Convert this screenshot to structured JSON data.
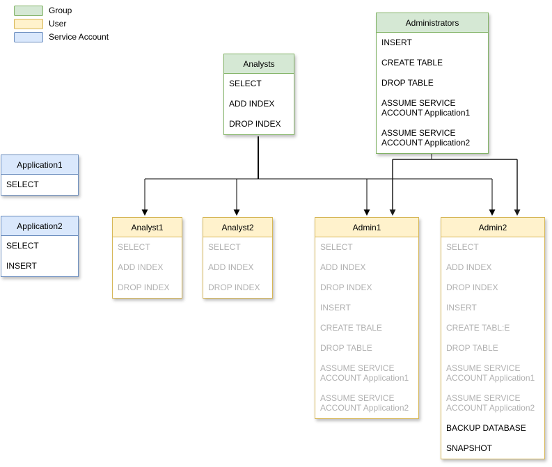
{
  "legend": {
    "group_label": "Group",
    "user_label": "User",
    "service_account_label": "Service Account"
  },
  "colors": {
    "group_fill": "#d5e8d4",
    "group_border": "#82b366",
    "user_fill": "#fff2cc",
    "user_border": "#d6b656",
    "service_account_fill": "#dae8fc",
    "service_account_border": "#6c8ebf",
    "muted_text": "#b0b0b0",
    "text": "#000000"
  },
  "nodes": {
    "administrators": {
      "title": "Administrators",
      "kind": "group",
      "items": [
        {
          "text": "INSERT",
          "muted": false
        },
        {
          "text": "CREATE TABLE",
          "muted": false
        },
        {
          "text": "DROP TABLE",
          "muted": false
        },
        {
          "text": "ASSUME SERVICE ACCOUNT Application1",
          "muted": false
        },
        {
          "text": "ASSUME SERVICE ACCOUNT Application2",
          "muted": false
        }
      ]
    },
    "analysts": {
      "title": "Analysts",
      "kind": "group",
      "items": [
        {
          "text": "SELECT",
          "muted": false
        },
        {
          "text": "ADD INDEX",
          "muted": false
        },
        {
          "text": "DROP INDEX",
          "muted": false
        }
      ]
    },
    "application1": {
      "title": "Application1",
      "kind": "service-account",
      "items": [
        {
          "text": "SELECT",
          "muted": false
        }
      ]
    },
    "application2": {
      "title": "Application2",
      "kind": "service-account",
      "items": [
        {
          "text": "SELECT",
          "muted": false
        },
        {
          "text": "INSERT",
          "muted": false
        }
      ]
    },
    "analyst1": {
      "title": "Analyst1",
      "kind": "user",
      "items": [
        {
          "text": "SELECT",
          "muted": true
        },
        {
          "text": "ADD INDEX",
          "muted": true
        },
        {
          "text": "DROP INDEX",
          "muted": true
        }
      ]
    },
    "analyst2": {
      "title": "Analyst2",
      "kind": "user",
      "items": [
        {
          "text": "SELECT",
          "muted": true
        },
        {
          "text": "ADD INDEX",
          "muted": true
        },
        {
          "text": "DROP INDEX",
          "muted": true
        }
      ]
    },
    "admin1": {
      "title": "Admin1",
      "kind": "user",
      "items": [
        {
          "text": "SELECT",
          "muted": true
        },
        {
          "text": "ADD INDEX",
          "muted": true
        },
        {
          "text": "DROP INDEX",
          "muted": true
        },
        {
          "text": "INSERT",
          "muted": true
        },
        {
          "text": "CREATE TBALE",
          "muted": true
        },
        {
          "text": "DROP TABLE",
          "muted": true
        },
        {
          "text": "ASSUME SERVICE ACCOUNT Application1",
          "muted": true
        },
        {
          "text": "ASSUME SERVICE ACCOUNT Application2",
          "muted": true
        }
      ]
    },
    "admin2": {
      "title": "Admin2",
      "kind": "user",
      "items": [
        {
          "text": "SELECT",
          "muted": true
        },
        {
          "text": "ADD INDEX",
          "muted": true
        },
        {
          "text": "DROP INDEX",
          "muted": true
        },
        {
          "text": "INSERT",
          "muted": true
        },
        {
          "text": "CREATE TABL:E",
          "muted": true
        },
        {
          "text": "DROP TABLE",
          "muted": true
        },
        {
          "text": "ASSUME SERVICE ACCOUNT Application1",
          "muted": true
        },
        {
          "text": "ASSUME SERVICE ACCOUNT Application2",
          "muted": true
        },
        {
          "text": "BACKUP DATABASE",
          "muted": false
        },
        {
          "text": "SNAPSHOT",
          "muted": false
        }
      ]
    }
  },
  "edges": [
    {
      "from": "Analysts",
      "to": "Analyst1"
    },
    {
      "from": "Analysts",
      "to": "Analyst2"
    },
    {
      "from": "Analysts",
      "to": "Admin1"
    },
    {
      "from": "Analysts",
      "to": "Admin2"
    },
    {
      "from": "Administrators",
      "to": "Admin1"
    },
    {
      "from": "Administrators",
      "to": "Admin2"
    }
  ]
}
